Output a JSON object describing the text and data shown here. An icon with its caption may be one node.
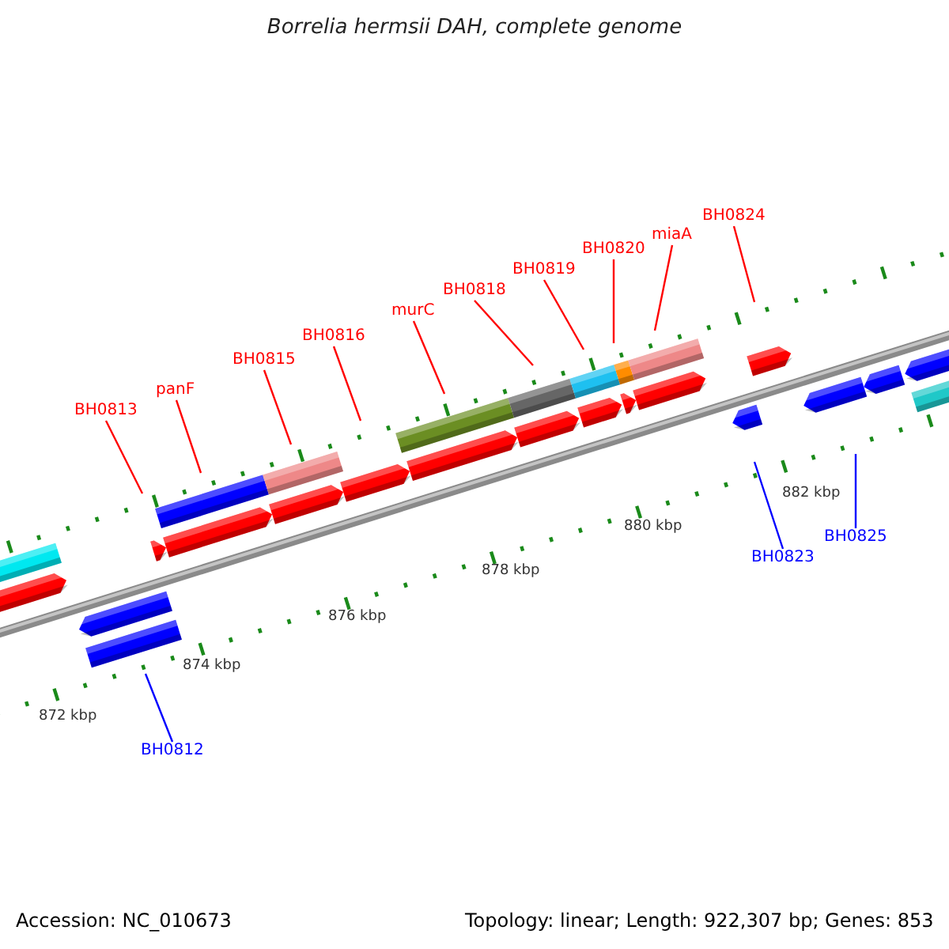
{
  "diagram": {
    "title": "Borrelia hermsii DAH, complete genome",
    "nodes": [
      {
        "text": [
          "BH0813"
        ]
      },
      {
        "text": [
          "panF"
        ]
      },
      {
        "text": [
          "BH0815"
        ]
      },
      {
        "text": [
          "BH0816"
        ]
      },
      {
        "text": [
          "murC"
        ]
      },
      {
        "text": [
          "BH0818"
        ]
      },
      {
        "text": [
          "BH0819"
        ]
      },
      {
        "text": [
          "BH0820"
        ]
      },
      {
        "text": [
          "miaA"
        ]
      },
      {
        "text": [
          "BH0824"
        ]
      },
      {
        "text": [
          "BH0812"
        ]
      },
      {
        "text": [
          "BH0823"
        ]
      },
      {
        "text": [
          "BH0825"
        ]
      }
    ],
    "edges": [
      {
        "from": 0,
        "to": null,
        "arrow": "none"
      },
      {
        "from": 1,
        "to": null,
        "arrow": "none"
      },
      {
        "from": 2,
        "to": null,
        "arrow": "none"
      },
      {
        "from": 3,
        "to": null,
        "arrow": "none"
      },
      {
        "from": 4,
        "to": null,
        "arrow": "none"
      },
      {
        "from": 5,
        "to": null,
        "arrow": "none"
      },
      {
        "from": 6,
        "to": null,
        "arrow": "none"
      },
      {
        "from": 7,
        "to": null,
        "arrow": "none"
      },
      {
        "from": 8,
        "to": null,
        "arrow": "none"
      },
      {
        "from": 9,
        "to": null,
        "arrow": "none"
      },
      {
        "from": 10,
        "to": null,
        "arrow": "none",
        "color": "#0000ff"
      },
      {
        "from": 11,
        "to": null,
        "arrow": "none",
        "color": "#0000ff"
      },
      {
        "from": 12,
        "to": null,
        "arrow": "none",
        "color": "#0000ff"
      }
    ],
    "labels": [
      "872 kbp",
      "874 kbp",
      "876 kbp",
      "878 kbp",
      "880 kbp",
      "882 kbp",
      "Accession: NC_010673",
      "Topology: linear; Length: 922,307 bp; Genes: 853"
    ]
  }
}
